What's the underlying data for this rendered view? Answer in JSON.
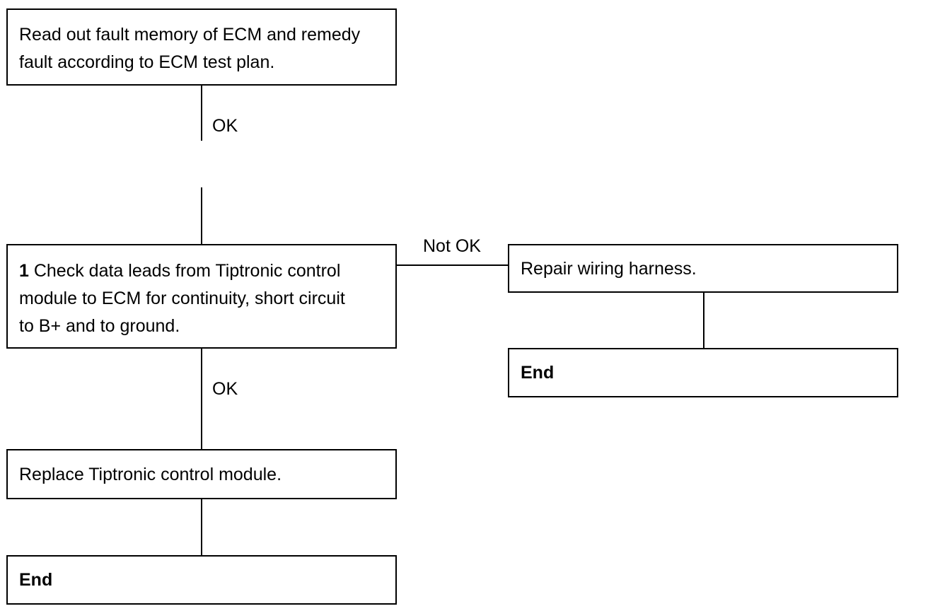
{
  "steps": {
    "read_fault_memory": {
      "line1": "Read out fault memory of ECM and remedy",
      "line2": "fault according to ECM test plan."
    },
    "check_data_leads": {
      "number": "1",
      "line1_rest": " Check data leads from Tiptronic control",
      "line2": "module to ECM for continuity, short circuit",
      "line3": "to B+ and to ground."
    },
    "repair_wiring": {
      "text": "Repair wiring harness."
    },
    "end_right": {
      "text": "End"
    },
    "replace_module": {
      "text": "Replace Tiptronic control module."
    },
    "end_bottom": {
      "text": "End"
    }
  },
  "connectors": {
    "ok_1": "OK",
    "ok_2": "OK",
    "not_ok": "Not OK"
  }
}
